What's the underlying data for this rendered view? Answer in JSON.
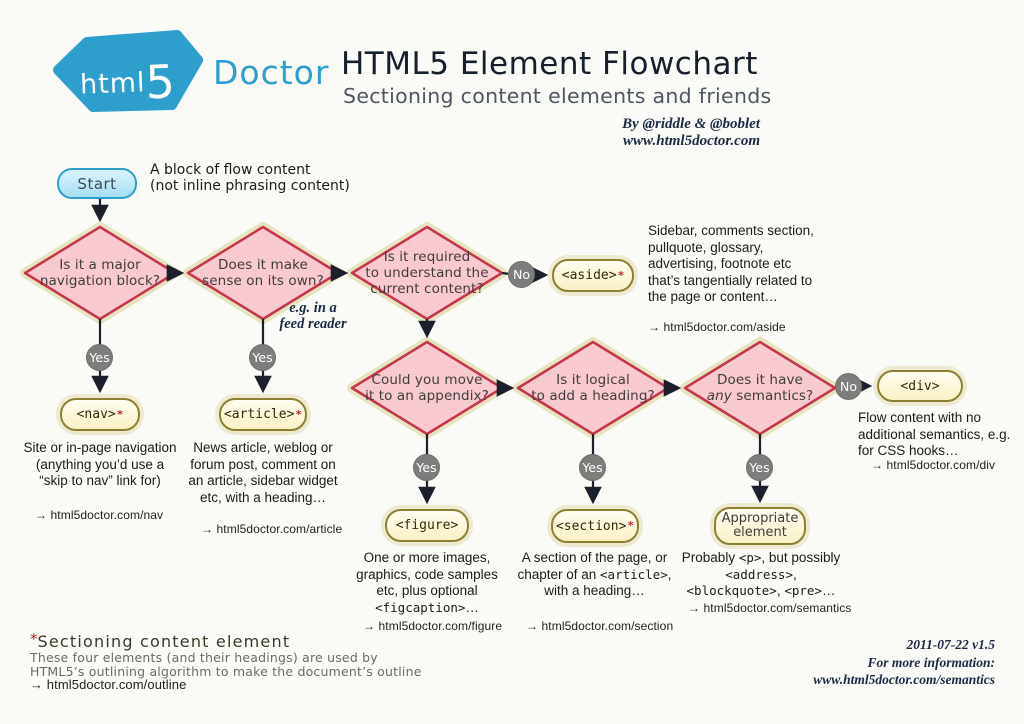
{
  "header": {
    "logo": {
      "brand_html": "html",
      "brand_5": "5",
      "doctor": "Doctor"
    },
    "title": "HTML5 Element Flowchart",
    "subtitle": "Sectioning content elements and friends",
    "credit_line1": "By @riddle & @boblet",
    "credit_line2": "www.html5doctor.com"
  },
  "flow": {
    "start": {
      "label": "Start",
      "note_line1": "A block of flow content",
      "note_line2": "(not inline phrasing content)"
    },
    "labels": {
      "yes": "Yes",
      "no": "No"
    },
    "diamonds": {
      "nav": {
        "line1": "Is it a major",
        "line2": "navigation block?"
      },
      "article": {
        "line1": "Does it make",
        "line2": "sense on its own?"
      },
      "aside": {
        "line1": "Is it required",
        "line2": "to understand the",
        "line3": "current content?"
      },
      "figure": {
        "line1": "Could you move",
        "line2": "it to an appendix?"
      },
      "section": {
        "line1": "Is it logical",
        "line2": "to add a heading?"
      },
      "semantics": {
        "line1": "Does it have",
        "italic": "any",
        "post": " semantics?"
      }
    },
    "note_feed_reader": {
      "line1": "e.g. in a",
      "line2": "feed reader"
    },
    "boxes": {
      "nav": {
        "label": "<nav>",
        "asterisk": "*"
      },
      "article": {
        "label": "<article>",
        "asterisk": "*"
      },
      "aside": {
        "label": "<aside>",
        "asterisk": "*"
      },
      "figure": {
        "label": "<figure>"
      },
      "section": {
        "label": "<section>",
        "asterisk": "*"
      },
      "appropriate": {
        "line1": "Appropriate",
        "line2": "element"
      },
      "div": {
        "label": "<div>"
      }
    },
    "descriptions": {
      "nav": {
        "text": "Site or in-page navigation (anything you’d use a “skip to nav” link for)",
        "link": "→ html5doctor.com/nav"
      },
      "article": {
        "text": "News article, weblog or forum post, comment on an article, sidebar widget etc, with a heading…",
        "link": "→ html5doctor.com/article"
      },
      "aside": {
        "text": "Sidebar, comments section, pullquote, glossary, advertising, footnote etc that’s tangentially related to the page or content…",
        "link": "→ html5doctor.com/aside"
      },
      "figure": {
        "p1": "One or more images, graphics, code samples etc, plus optional ",
        "c1": "<figcaption>",
        "p2": "…",
        "link": "→ html5doctor.com/figure"
      },
      "section": {
        "p1": "A section of the page, or chapter of an ",
        "c1": "<article>",
        "p2": ", with a heading…",
        "link": "→ html5doctor.com/section"
      },
      "semantics": {
        "p1": "Probably ",
        "c1": "<p>",
        "p2": ", but possibly ",
        "c2": "<address>",
        "p3": ", ",
        "c3": "<blockquote>",
        "p4": ", ",
        "c4": "<pre>",
        "p5": "…",
        "link": "→ html5doctor.com/semantics"
      },
      "div": {
        "text": "Flow content with no additional semantics, e.g. for CSS hooks…",
        "link": "→ html5doctor.com/div"
      }
    }
  },
  "footnote": {
    "asterisk": "*",
    "title": "Sectioning content element",
    "body_line1": "These four elements (and their headings) are used by",
    "body_line2": "HTML5’s outlining algorithm to make the document’s outline",
    "link": "→ html5doctor.com/outline"
  },
  "footer": {
    "version": "2011-07-22 v1.5",
    "info_line1": "For more information:",
    "info_line2": "www.html5doctor.com/semantics"
  },
  "colors": {
    "logo_blue": "#2E9FCC",
    "diamond_fill": "#F8C9CE",
    "diamond_border": "#C4364B",
    "diamond_glow": "#E3DDB2",
    "box_border": "#8D7E30",
    "accent_red": "#C5222B",
    "line": "#1B202C"
  }
}
